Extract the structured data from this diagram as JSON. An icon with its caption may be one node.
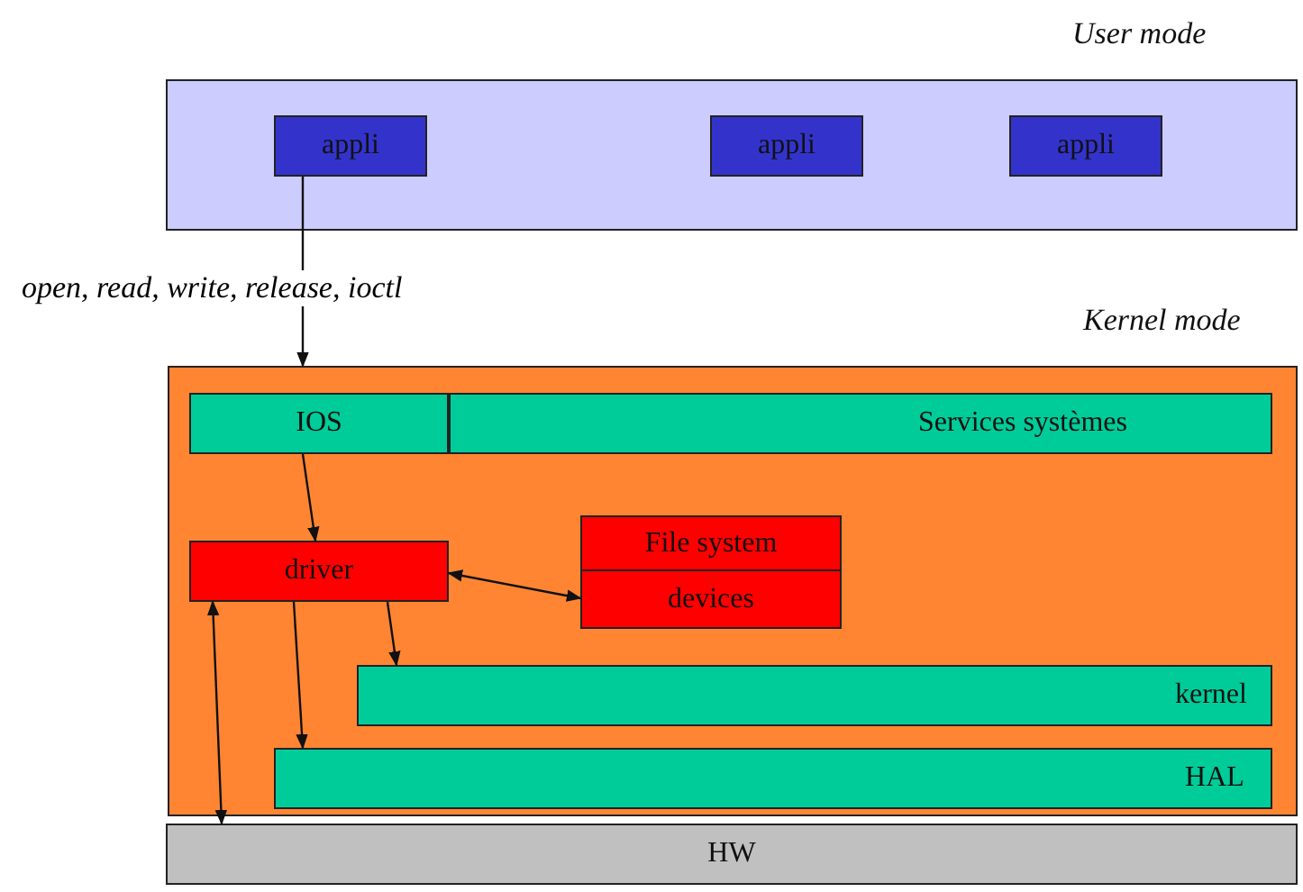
{
  "diagram": {
    "nodes": [
      {
        "text": [
          "User mode"
        ]
      },
      {
        "text": [
          "appli"
        ],
        "in": 0
      },
      {
        "text": [
          "appli"
        ],
        "in": 0
      },
      {
        "text": [
          "appli"
        ],
        "in": 0
      },
      {
        "text": [
          "Kernel mode"
        ]
      },
      {
        "text": [
          "IOS"
        ],
        "in": 4
      },
      {
        "text": [
          "Services systèmes"
        ],
        "in": 4
      },
      {
        "text": [
          "driver"
        ],
        "in": 4
      },
      {
        "text": [
          "File system"
        ],
        "in": 4
      },
      {
        "text": [
          "devices"
        ],
        "in": 4
      },
      {
        "text": [
          "kernel"
        ],
        "in": 4
      },
      {
        "text": [
          "HAL"
        ],
        "in": 4
      },
      {
        "text": [
          "HW"
        ]
      }
    ],
    "edges": [
      {
        "from": 1,
        "to": 4,
        "arrow": "to",
        "label": "open, read, write, release, ioctl"
      },
      {
        "from": 5,
        "to": 7,
        "arrow": "to"
      },
      {
        "from": 7,
        "to": 9,
        "arrow": "both"
      },
      {
        "from": 7,
        "to": 10,
        "arrow": "to"
      },
      {
        "from": 7,
        "to": 11,
        "arrow": "to"
      },
      {
        "from": 12,
        "to": 7,
        "arrow": "both"
      }
    ]
  }
}
